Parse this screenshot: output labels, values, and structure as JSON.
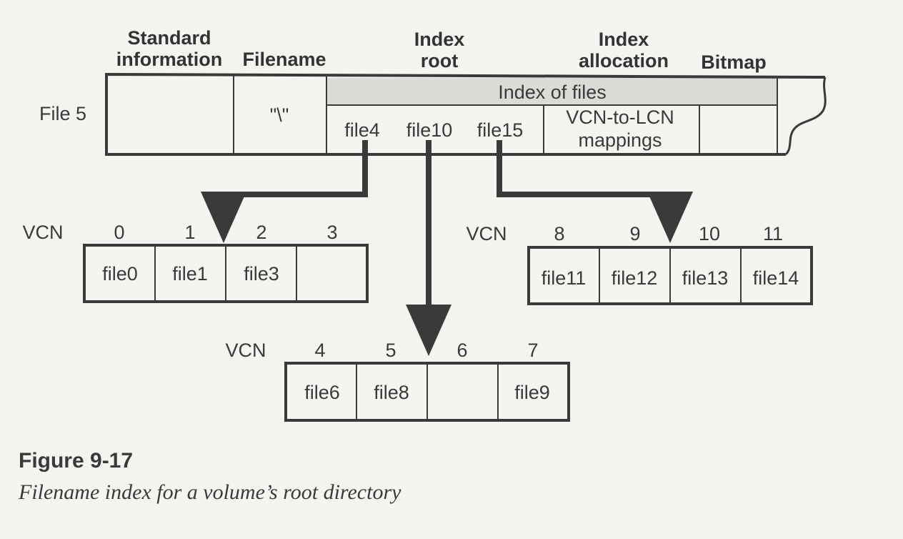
{
  "header": {
    "standard_information": [
      "Standard",
      "information"
    ],
    "filename": "Filename",
    "index_root": [
      "Index",
      "root"
    ],
    "index_allocation": [
      "Index",
      "allocation"
    ],
    "bitmap": "Bitmap"
  },
  "record": {
    "label": "File 5",
    "filename_value": "\"\\\"",
    "index_of_files": "Index of files",
    "entries": [
      "file4",
      "file10",
      "file15"
    ],
    "mappings": [
      "VCN-to-LCN",
      "mappings"
    ]
  },
  "blocks": {
    "vcn_label": "VCN",
    "left": {
      "vcns": [
        "0",
        "1",
        "2",
        "3"
      ],
      "files": [
        "file0",
        "file1",
        "file3",
        ""
      ]
    },
    "middle": {
      "vcns": [
        "4",
        "5",
        "6",
        "7"
      ],
      "files": [
        "file6",
        "file8",
        "",
        "file9"
      ]
    },
    "right": {
      "vcns": [
        "8",
        "9",
        "10",
        "11"
      ],
      "files": [
        "file11",
        "file12",
        "file13",
        "file14"
      ]
    }
  },
  "caption": {
    "title": "Figure 9-17",
    "text": "Filename index for a volume’s root directory"
  },
  "colors": {
    "ink": "#3a3a3a",
    "header_fill": "#dcdbd8",
    "background": "#f6f4f1"
  }
}
